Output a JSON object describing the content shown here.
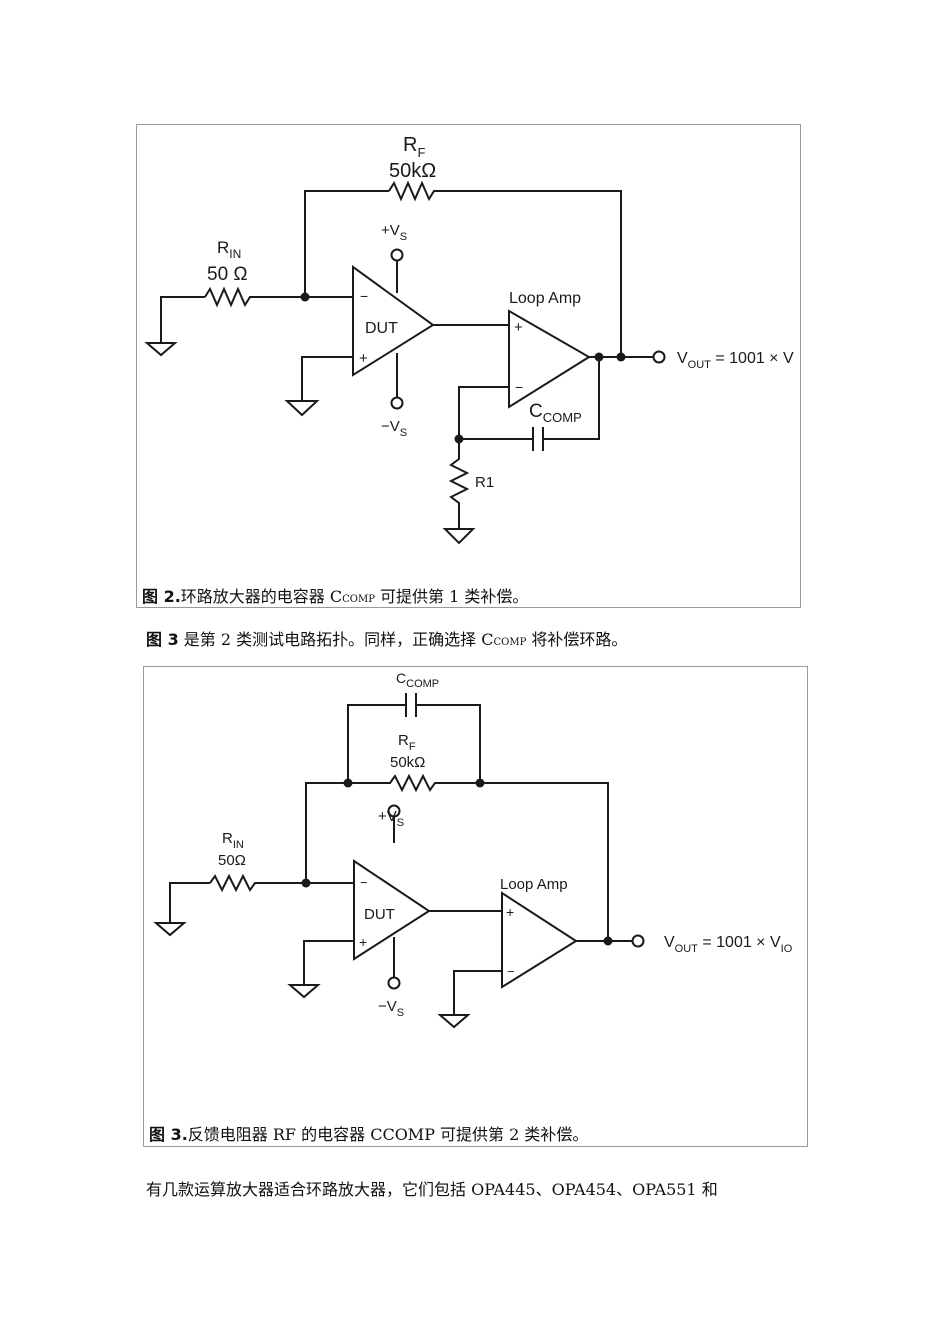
{
  "figure2": {
    "rf_label": "R",
    "rf_sub": "F",
    "rf_value": "50kΩ",
    "rin_label": "R",
    "rin_sub": "IN",
    "rin_value": "50 Ω",
    "vs_pos": "+V",
    "vs_pos_sub": "S",
    "vs_neg": "−V",
    "vs_neg_sub": "S",
    "dut_label": "DUT",
    "loop_amp_label": "Loop Amp",
    "ccomp_label": "C",
    "ccomp_sub": "COMP",
    "r1_label": "R1",
    "vout_label": "V",
    "vout_sub": "OUT",
    "vout_expr": " = 1001 × V",
    "minus": "−",
    "plus": "+",
    "caption_num": "图 2.",
    "caption_pre": "环路放大器的电容器 C",
    "caption_sub": "COMP",
    "caption_post": " 可提供第 1 类补偿。"
  },
  "para1": {
    "bold": "图 3",
    "pre": " 是第 2 类测试电路拓扑。同样，正确选择 C",
    "sub": "COMP",
    "post": " 将补偿环路。"
  },
  "figure3": {
    "ccomp_label": "C",
    "ccomp_sub": "COMP",
    "rf_label": "R",
    "rf_sub": "F",
    "rf_value": "50kΩ",
    "rin_label": "R",
    "rin_sub": "IN",
    "rin_value": "50Ω",
    "vs_pos": "+V",
    "vs_pos_sub": "S",
    "vs_neg": "−V",
    "vs_neg_sub": "S",
    "dut_label": "DUT",
    "loop_amp_label": "Loop Amp",
    "vout_label": "V",
    "vout_sub": "OUT",
    "vout_expr": " = 1001 × V",
    "vout_expr_sub": "IO",
    "minus": "−",
    "plus": "+",
    "caption_num": "图 3.",
    "caption_text": "反馈电阻器 RF 的电容器 CCOMP 可提供第 2 类补偿。"
  },
  "para2": {
    "text": "有几款运算放大器适合环路放大器，它们包括 OPA445、OPA454、OPA551 和"
  }
}
